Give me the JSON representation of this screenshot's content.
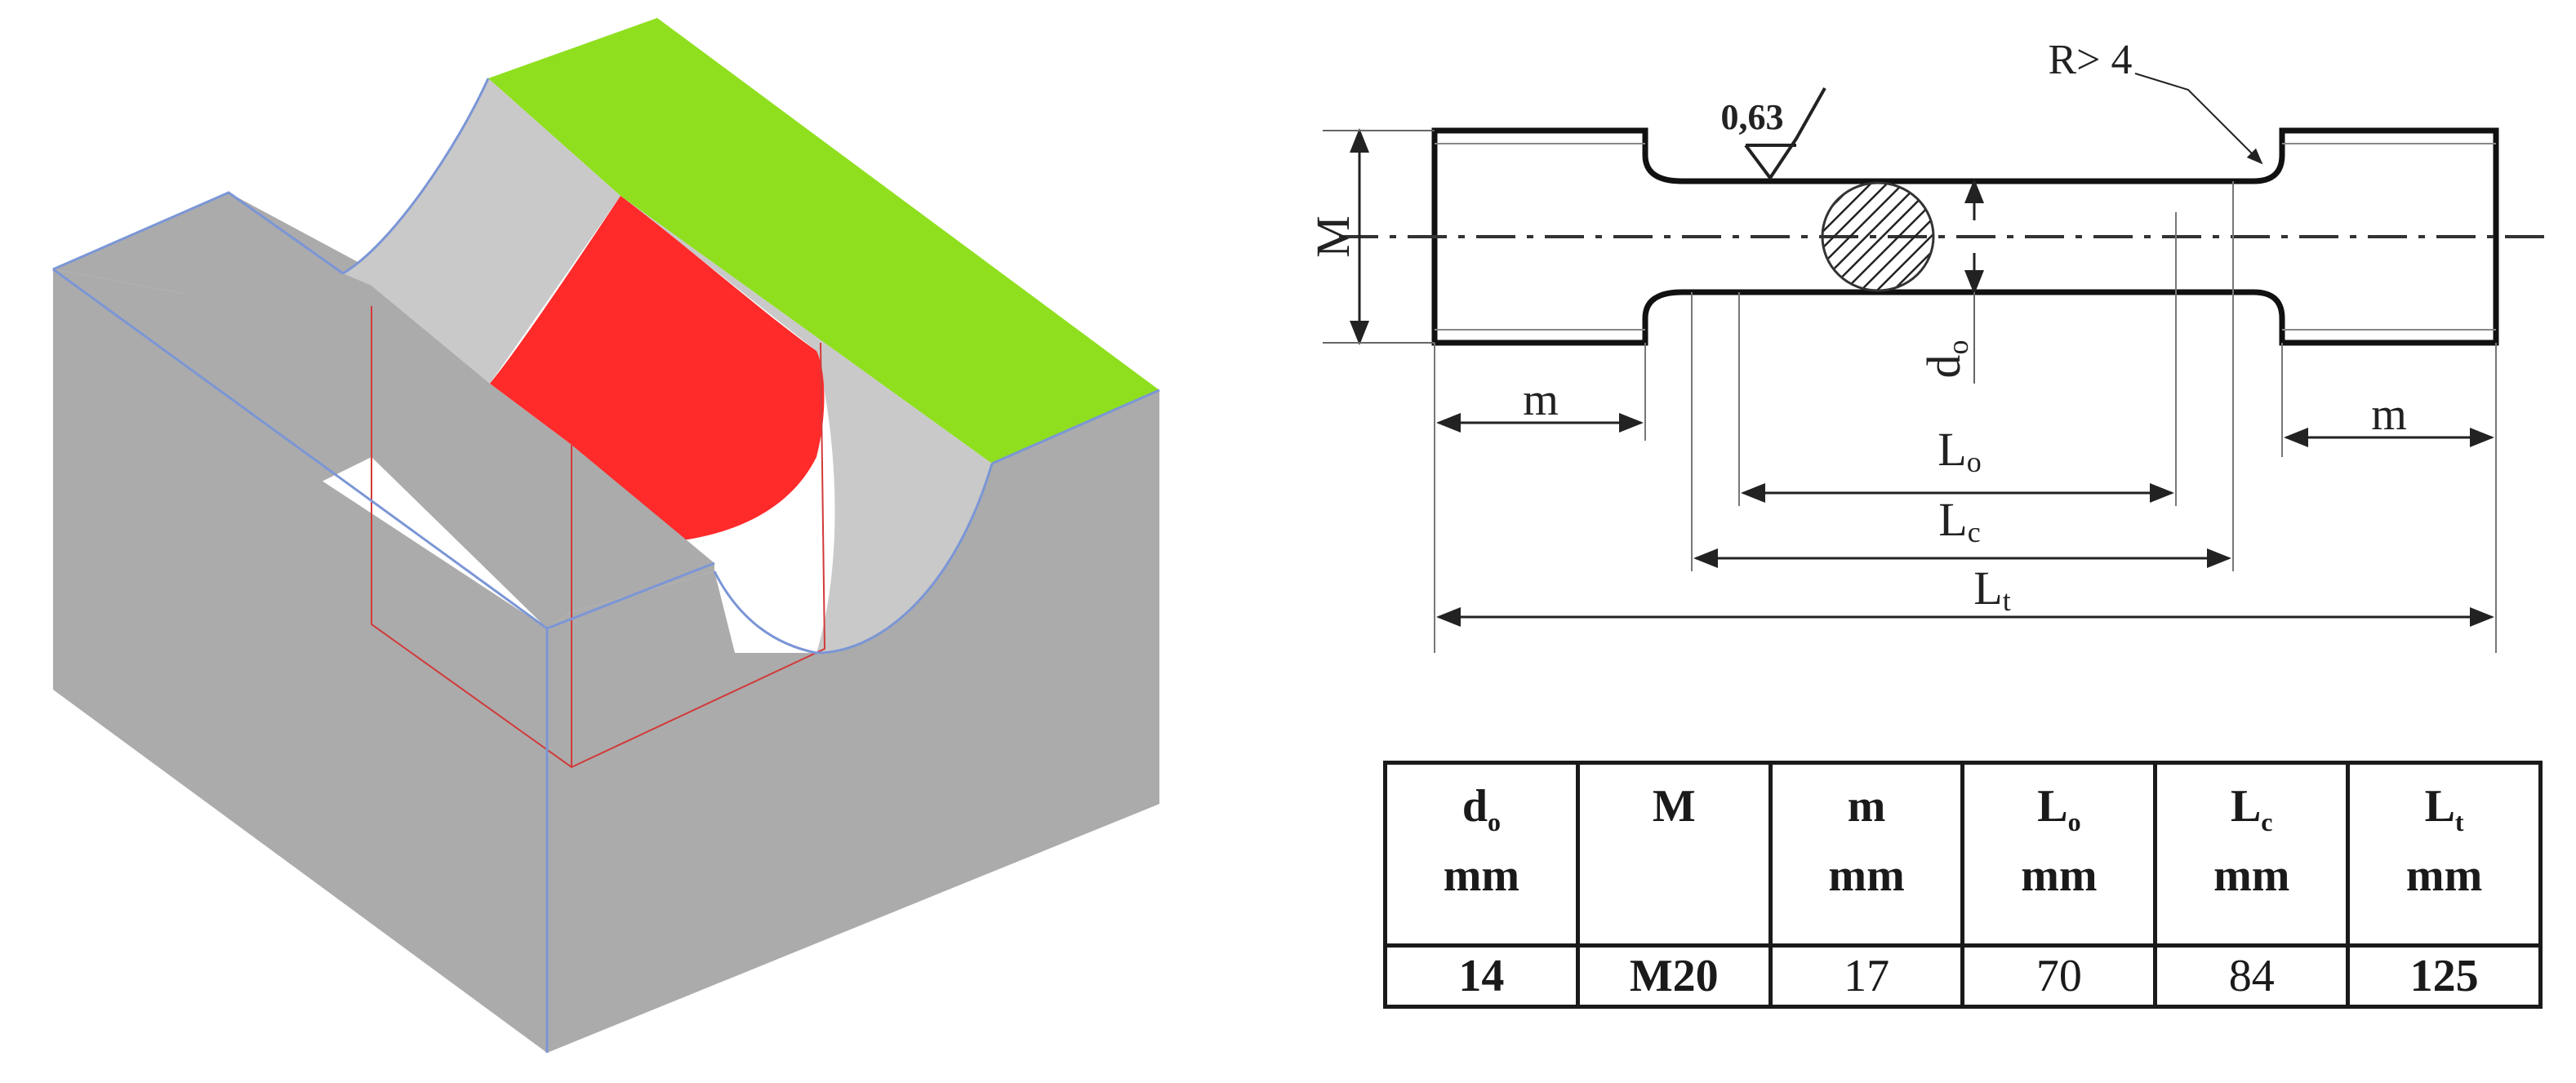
{
  "cad_model": {
    "colors": {
      "body": "#ababab",
      "body_light": "#b8b8b8",
      "groove": "#c9c9c9",
      "highlight_face": "#ff2a2a",
      "top_face": "#8fdf1f",
      "edge": "#7b96d6",
      "section": "#d23a3a"
    }
  },
  "specimen": {
    "roughness": "0,63",
    "radius": "R> 4",
    "labels": {
      "M": "M",
      "m_left": "m",
      "m_right": "m",
      "d0": "d",
      "d0_sub": "o",
      "L0": "L",
      "L0_sub": "o",
      "Lc": "L",
      "Lc_sub": "c",
      "Lt": "L",
      "Lt_sub": "t"
    }
  },
  "table": {
    "headers": [
      {
        "symbol": "d",
        "sub": "o",
        "unit": "mm"
      },
      {
        "symbol": "M",
        "sub": "",
        "unit": ""
      },
      {
        "symbol": "m",
        "sub": "",
        "unit": "mm"
      },
      {
        "symbol": "L",
        "sub": "o",
        "unit": "mm"
      },
      {
        "symbol": "L",
        "sub": "c",
        "unit": "mm"
      },
      {
        "symbol": "L",
        "sub": "t",
        "unit": "mm"
      }
    ],
    "values": [
      "14",
      "M20",
      "17",
      "70",
      "84",
      "125"
    ]
  }
}
